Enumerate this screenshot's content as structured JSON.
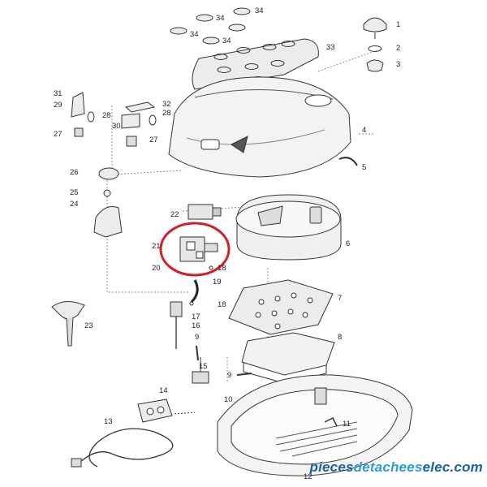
{
  "diagram": {
    "parts": [
      {
        "id": "p1",
        "number": "1"
      },
      {
        "id": "p2",
        "number": "2"
      },
      {
        "id": "p3",
        "number": "3"
      },
      {
        "id": "p4",
        "number": "4"
      },
      {
        "id": "p5",
        "number": "5"
      },
      {
        "id": "p6",
        "number": "6"
      },
      {
        "id": "p7",
        "number": "7"
      },
      {
        "id": "p8",
        "number": "8"
      },
      {
        "id": "p9a",
        "number": "9"
      },
      {
        "id": "p9b",
        "number": "9"
      },
      {
        "id": "p10",
        "number": "10"
      },
      {
        "id": "p11",
        "number": "11"
      },
      {
        "id": "p12",
        "number": "12"
      },
      {
        "id": "p13",
        "number": "13"
      },
      {
        "id": "p14",
        "number": "14"
      },
      {
        "id": "p15",
        "number": "15"
      },
      {
        "id": "p16",
        "number": "16"
      },
      {
        "id": "p17",
        "number": "17"
      },
      {
        "id": "p18a",
        "number": "18"
      },
      {
        "id": "p18b",
        "number": "18"
      },
      {
        "id": "p19",
        "number": "19"
      },
      {
        "id": "p20",
        "number": "20"
      },
      {
        "id": "p21",
        "number": "21"
      },
      {
        "id": "p22",
        "number": "22"
      },
      {
        "id": "p23",
        "number": "23"
      },
      {
        "id": "p24",
        "number": "24"
      },
      {
        "id": "p25",
        "number": "25"
      },
      {
        "id": "p26",
        "number": "26"
      },
      {
        "id": "p27a",
        "number": "27"
      },
      {
        "id": "p27b",
        "number": "27"
      },
      {
        "id": "p28a",
        "number": "28"
      },
      {
        "id": "p28b",
        "number": "28"
      },
      {
        "id": "p29",
        "number": "29"
      },
      {
        "id": "p30",
        "number": "30"
      },
      {
        "id": "p31",
        "number": "31"
      },
      {
        "id": "p32",
        "number": "32"
      },
      {
        "id": "p33",
        "number": "33"
      },
      {
        "id": "p34a",
        "number": "34"
      },
      {
        "id": "p34b",
        "number": "34"
      },
      {
        "id": "p34c",
        "number": "34"
      },
      {
        "id": "p34d",
        "number": "34"
      }
    ],
    "highlight": {
      "part": "21",
      "color": "#d21f26"
    }
  },
  "watermark": {
    "prefix": "pieces",
    "middle": "detachees",
    "suffix": "elec.com",
    "colors": {
      "prefix": "#1a5fa8",
      "middle": "#2e9ad6",
      "suffix": "#1a5fa8"
    }
  },
  "colors": {
    "line": "#333333",
    "fill": "#ececec",
    "dark": "#555555"
  }
}
